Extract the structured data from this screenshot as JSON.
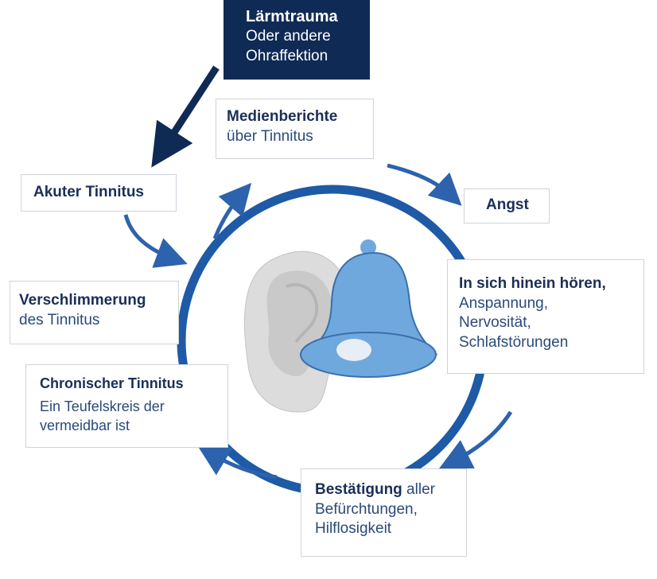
{
  "colors": {
    "cycle_blue": "#1e5aa6",
    "arrow_blue": "#2d62ad",
    "dark_navy": "#0f2a55",
    "bell_blue": "#6fa8dc",
    "ear_gray": "#d9d9d9"
  },
  "nodes": {
    "laermtrauma": {
      "title": "Lärmtrauma",
      "line1": "Oder andere",
      "line2": "Ohraffektion"
    },
    "medienberichte": {
      "title": "Medienberichte",
      "line1": "über Tinnitus"
    },
    "akuter": {
      "title": "Akuter Tinnitus"
    },
    "angst": {
      "title": "Angst"
    },
    "hineinhoeren": {
      "title": "In sich hinein hören,",
      "line1": "Anspannung,",
      "line2": "Nervosität,",
      "line3": "Schlafstörungen"
    },
    "verschlimmerung": {
      "title": "Verschlimmerung",
      "line1": "des Tinnitus"
    },
    "chronisch": {
      "title": "Chronischer Tinnitus",
      "line1": "Ein Teufelskreis der",
      "line2": "vermeidbar ist"
    },
    "bestaetigung": {
      "title": "Bestätigung",
      "title_rest": " aller",
      "line1": "Befürchtungen,",
      "line2": "Hilflosigkeit"
    }
  },
  "illustration": {
    "icons": [
      "ear-icon",
      "bell-icon"
    ]
  }
}
